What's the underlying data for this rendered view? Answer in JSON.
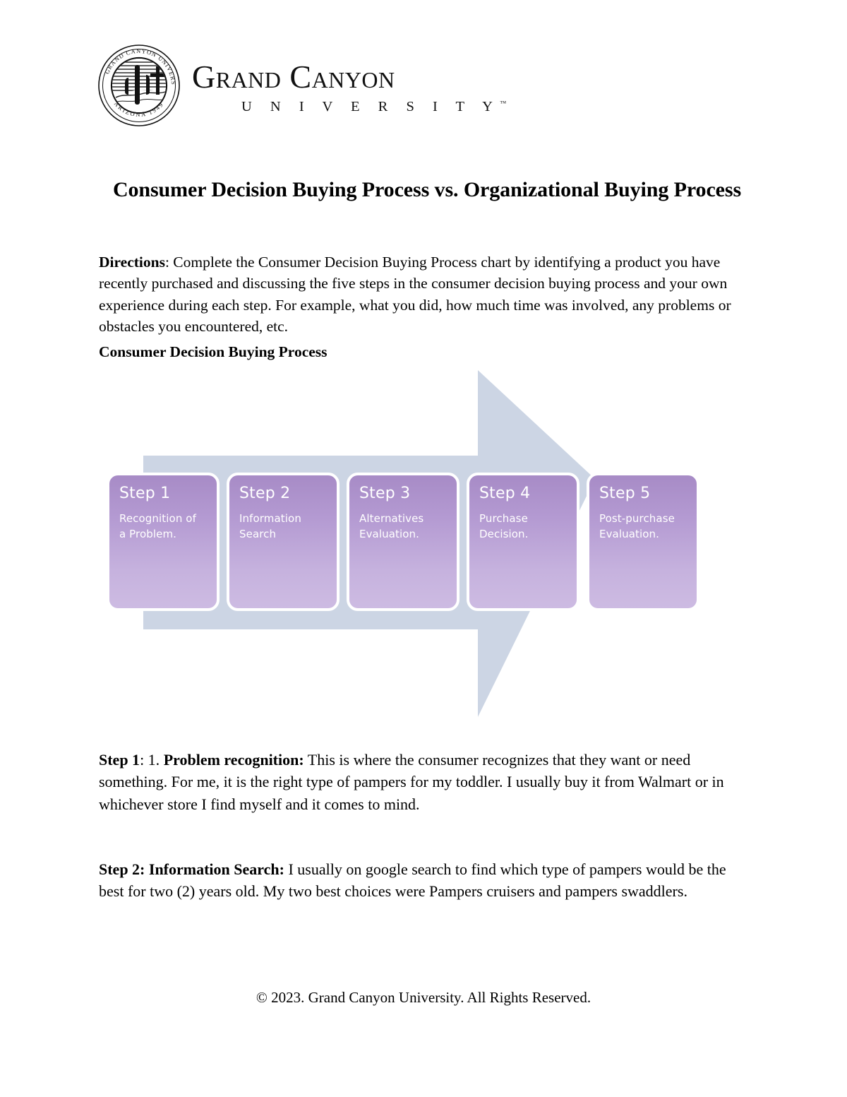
{
  "header": {
    "logo": {
      "seal_ring_top_text": "GRAND CANYON UNIVERSITY",
      "seal_ring_bottom_text": "ARIZONA 1949",
      "wordmark_line1": "Grand Canyon",
      "wordmark_line2": "U N I V E R S I T Y",
      "trademark": "™"
    }
  },
  "title": "Consumer Decision Buying Process vs. Organizational Buying Process",
  "directions": {
    "label": "Directions",
    "text": ": Complete the Consumer Decision Buying Process chart by identifying a product you have recently purchased and discussing the five steps in the consumer decision buying process and your own experience during each step. For example, what you did, how much time was involved, any problems or obstacles you encountered, etc."
  },
  "section_heading": "Consumer Decision Buying Process",
  "chart_data": {
    "type": "diagram",
    "title": "Consumer Decision Buying Process",
    "shape": "right-arrow-with-step-boxes",
    "arrow_color": "#ccd5e4",
    "box_gradient_top": "#a78bc6",
    "box_gradient_bottom": "#cdbbe2",
    "box_border_color": "#ffffff",
    "text_color": "#ffffff",
    "steps": [
      {
        "title": "Step 1",
        "desc": "Recognition of\na Problem."
      },
      {
        "title": "Step 2",
        "desc": "Information\nSearch"
      },
      {
        "title": "Step 3",
        "desc": "Alternatives\nEvaluation."
      },
      {
        "title": "Step 4",
        "desc": "Purchase\nDecision."
      },
      {
        "title": "Step 5",
        "desc": "Post-purchase\nEvaluation."
      }
    ]
  },
  "body": {
    "step1": {
      "lead": "Step 1",
      "mid": ": 1. ",
      "bold2": "Problem recognition:",
      "text": " This is where the consumer recognizes that they want or need something. For me, it is the right type of pampers for my toddler. I usually buy it from Walmart or in whichever store I find myself and it comes to mind."
    },
    "step2": {
      "lead": "Step 2: Information Search:",
      "text": " I usually on google search to find which type of pampers would be the best for two (2) years old. My two best choices were Pampers cruisers and pampers swaddlers."
    }
  },
  "footer": "© 2023. Grand Canyon University. All Rights Reserved."
}
